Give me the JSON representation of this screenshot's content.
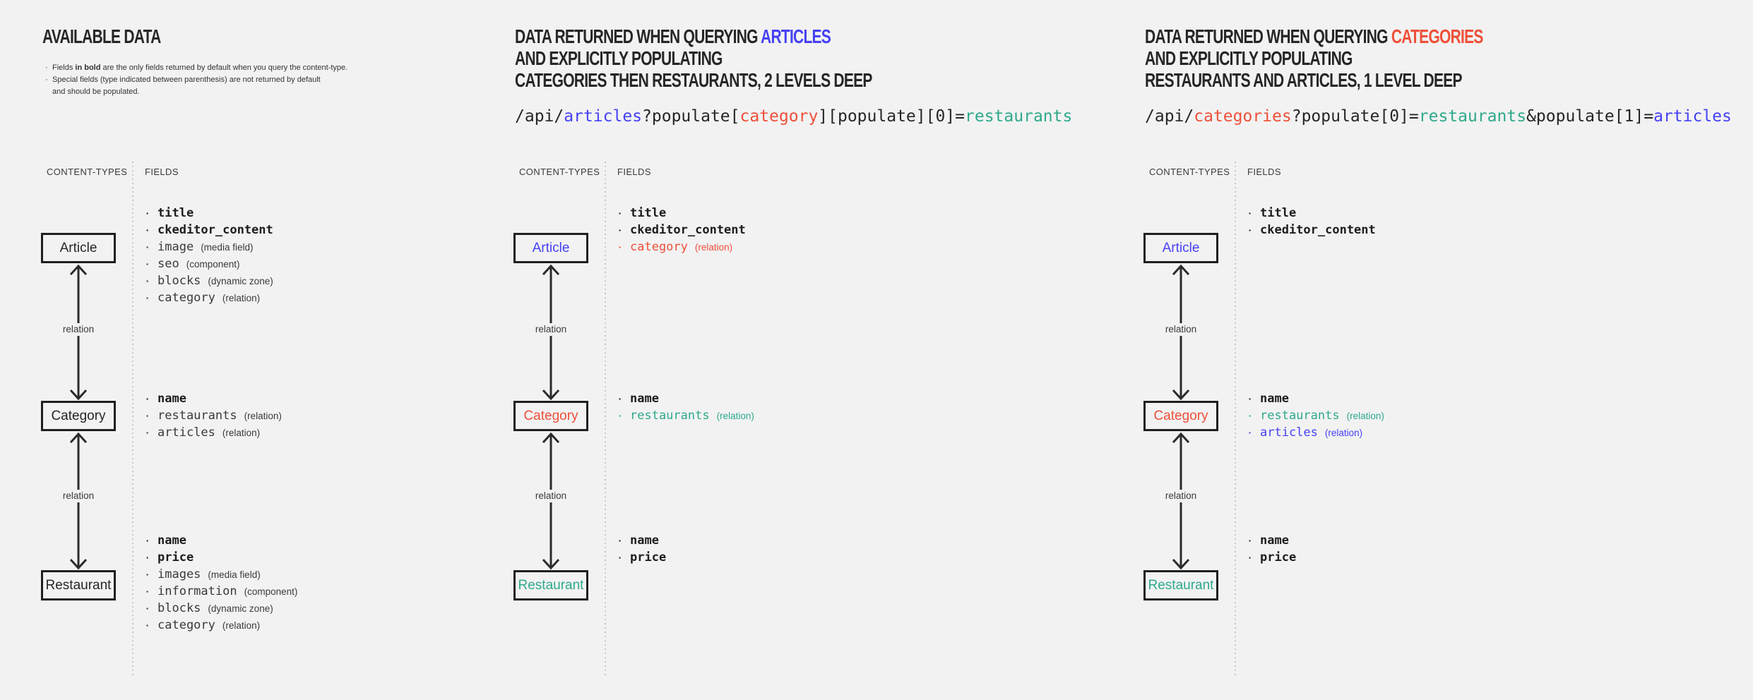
{
  "colors": {
    "background": "#f2f2f2",
    "dark": "#262626",
    "blue": "#4641f5",
    "red": "#ee503a",
    "green": "#2ea98c",
    "box_border": "#1f1f1f",
    "divider_dots": "#c9c9c9",
    "muted_text": "#3a3a3a"
  },
  "schema_labels": {
    "content_types": "CONTENT-TYPES",
    "fields": "FIELDS",
    "relation": "relation"
  },
  "panels": [
    {
      "kind": "available",
      "title": "AVAILABLE DATA",
      "notes": [
        {
          "lines": [
            [
              {
                "t": "Fields ",
                "bold": false
              },
              {
                "t": "in bold",
                "bold": true
              },
              {
                "t": " are the only fields returned by default when you query the content-type.",
                "bold": false
              }
            ]
          ]
        },
        {
          "lines": [
            [
              {
                "t": "Special fields (type indicated between parenthesis) are not returned by default",
                "bold": false
              }
            ],
            [
              {
                "t": "and should be populated.",
                "bold": false
              }
            ]
          ]
        }
      ],
      "schema": {
        "boxes": [
          {
            "label": "Article",
            "color": "dark",
            "fields": [
              {
                "name": "title",
                "bold": true,
                "color": "dark",
                "type": ""
              },
              {
                "name": "ckeditor_content",
                "bold": true,
                "color": "dark",
                "type": ""
              },
              {
                "name": "image",
                "bold": false,
                "color": "dark",
                "type": "(media field)"
              },
              {
                "name": "seo",
                "bold": false,
                "color": "dark",
                "type": "(component)"
              },
              {
                "name": "blocks",
                "bold": false,
                "color": "dark",
                "type": "(dynamic zone)"
              },
              {
                "name": "category",
                "bold": false,
                "color": "dark",
                "type": "(relation)"
              }
            ]
          },
          {
            "label": "Category",
            "color": "dark",
            "fields": [
              {
                "name": "name",
                "bold": true,
                "color": "dark",
                "type": ""
              },
              {
                "name": "restaurants",
                "bold": false,
                "color": "dark",
                "type": "(relation)"
              },
              {
                "name": "articles",
                "bold": false,
                "color": "dark",
                "type": "(relation)"
              }
            ]
          },
          {
            "label": "Restaurant",
            "color": "dark",
            "fields": [
              {
                "name": "name",
                "bold": true,
                "color": "dark",
                "type": ""
              },
              {
                "name": "price",
                "bold": true,
                "color": "dark",
                "type": ""
              },
              {
                "name": "images",
                "bold": false,
                "color": "dark",
                "type": "(media field)"
              },
              {
                "name": "information",
                "bold": false,
                "color": "dark",
                "type": "(component)"
              },
              {
                "name": "blocks",
                "bold": false,
                "color": "dark",
                "type": "(dynamic zone)"
              },
              {
                "name": "category",
                "bold": false,
                "color": "dark",
                "type": "(relation)"
              }
            ]
          }
        ]
      }
    },
    {
      "kind": "query",
      "title_lines": [
        [
          {
            "text": "DATA RETURNED WHEN QUERYING ",
            "color": "dark"
          },
          {
            "text": "ARTICLES",
            "color": "blue"
          }
        ],
        [
          {
            "text": "AND EXPLICITLY POPULATING",
            "color": "dark"
          }
        ],
        [
          {
            "text": "CATEGORIES THEN RESTAURANTS, 2 LEVELS DEEP",
            "color": "dark"
          }
        ]
      ],
      "code": [
        {
          "text": "/api/",
          "color": "dark"
        },
        {
          "text": "articles",
          "color": "blue"
        },
        {
          "text": "?populate[",
          "color": "dark"
        },
        {
          "text": "category",
          "color": "red"
        },
        {
          "text": "][populate][0]=",
          "color": "dark"
        },
        {
          "text": "restaurants",
          "color": "green"
        }
      ],
      "schema": {
        "boxes": [
          {
            "label": "Article",
            "color": "blue",
            "fields": [
              {
                "name": "title",
                "bold": true,
                "color": "dark",
                "type": ""
              },
              {
                "name": "ckeditor_content",
                "bold": true,
                "color": "dark",
                "type": ""
              },
              {
                "name": "category",
                "bold": false,
                "color": "red",
                "type": "(relation)"
              }
            ]
          },
          {
            "label": "Category",
            "color": "red",
            "fields": [
              {
                "name": "name",
                "bold": true,
                "color": "dark",
                "type": ""
              },
              {
                "name": "restaurants",
                "bold": false,
                "color": "green",
                "type": "(relation)"
              }
            ]
          },
          {
            "label": "Restaurant",
            "color": "green",
            "fields": [
              {
                "name": "name",
                "bold": true,
                "color": "dark",
                "type": ""
              },
              {
                "name": "price",
                "bold": true,
                "color": "dark",
                "type": ""
              }
            ]
          }
        ]
      }
    },
    {
      "kind": "query",
      "title_lines": [
        [
          {
            "text": "DATA RETURNED WHEN QUERYING ",
            "color": "dark"
          },
          {
            "text": "CATEGORIES",
            "color": "red"
          }
        ],
        [
          {
            "text": "AND EXPLICITLY POPULATING",
            "color": "dark"
          }
        ],
        [
          {
            "text": "RESTAURANTS AND ARTICLES, 1 LEVEL DEEP",
            "color": "dark"
          }
        ]
      ],
      "code": [
        {
          "text": "/api/",
          "color": "dark"
        },
        {
          "text": "categories",
          "color": "red"
        },
        {
          "text": "?populate[0]=",
          "color": "dark"
        },
        {
          "text": "restaurants",
          "color": "green"
        },
        {
          "text": "&populate[1]=",
          "color": "dark"
        },
        {
          "text": "articles",
          "color": "blue"
        }
      ],
      "schema": {
        "boxes": [
          {
            "label": "Article",
            "color": "blue",
            "fields": [
              {
                "name": "title",
                "bold": true,
                "color": "dark",
                "type": ""
              },
              {
                "name": "ckeditor_content",
                "bold": true,
                "color": "dark",
                "type": ""
              }
            ]
          },
          {
            "label": "Category",
            "color": "red",
            "fields": [
              {
                "name": "name",
                "bold": true,
                "color": "dark",
                "type": ""
              },
              {
                "name": "restaurants",
                "bold": false,
                "color": "green",
                "type": "(relation)"
              },
              {
                "name": "articles",
                "bold": false,
                "color": "blue",
                "type": "(relation)"
              }
            ]
          },
          {
            "label": "Restaurant",
            "color": "green",
            "fields": [
              {
                "name": "name",
                "bold": true,
                "color": "dark",
                "type": ""
              },
              {
                "name": "price",
                "bold": true,
                "color": "dark",
                "type": ""
              }
            ]
          }
        ]
      }
    }
  ]
}
